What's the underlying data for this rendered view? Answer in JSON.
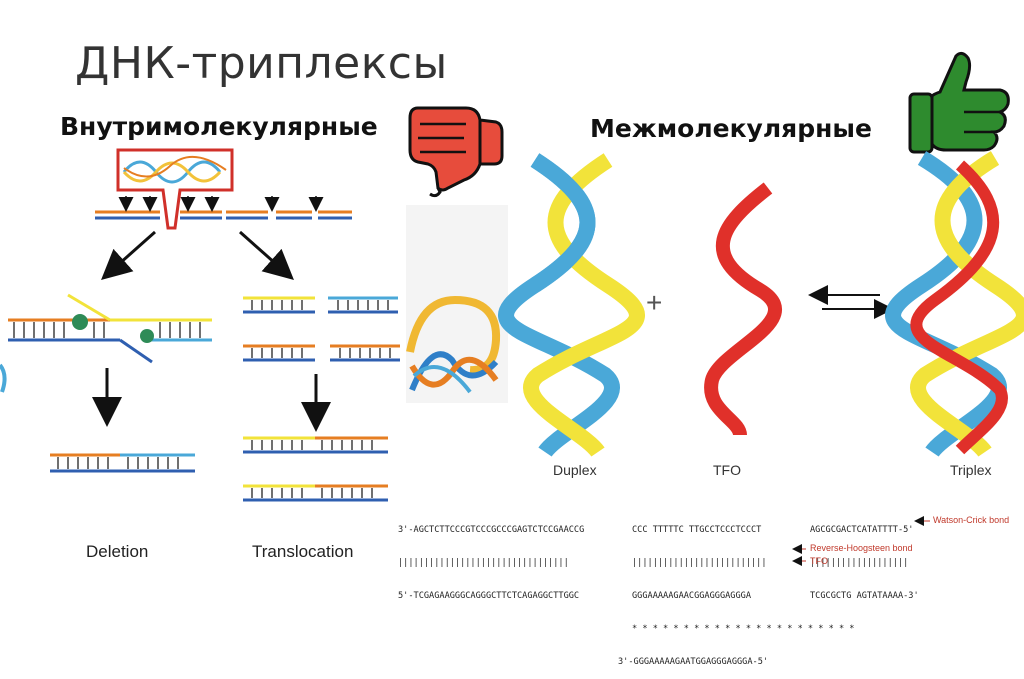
{
  "title": "ДНК-триплексы",
  "intramolecular": {
    "heading": "Внутримолекулярные",
    "verdict_icon": "thumbs-down-icon",
    "verdict_color": "#e74c3c"
  },
  "intermolecular": {
    "heading": "Межмолекулярные",
    "verdict_icon": "thumbs-up-icon",
    "verdict_color": "#2e8b2e"
  },
  "left_diagram": {
    "deletion_label": "Deletion",
    "translocation_label": "Translocation"
  },
  "right_diagram": {
    "duplex_label": "Duplex",
    "tfo_label": "TFO",
    "triplex_label": "Triplex",
    "plus_sign": "+",
    "colors": {
      "yellow": "#f2e33a",
      "blue": "#4aa8d8",
      "red": "#e0302a"
    }
  },
  "sequences": {
    "block1_top": "3'-AGCTCTTCCCGTCCCGCCCGAGTCTCCGAACCG",
    "block1_bonds": "|||||||||||||||||||||||||||||||||",
    "block1_bottom": "5'-TCGAGAAGGGCAGGGCTTCTCAGAGGCTTGGC",
    "block2_top": "CCC TTTTTC TTGCCTCCCTCCCT",
    "block2_bonds": "||||||||||||||||||||||||||",
    "block2_bottom": "GGGAAAAAGAACGGAGGGAGGGA",
    "block2_hoog": "* * * * * * * * * * * * * * * * * * * * * *",
    "block2_tfo": "3'-GGGAAAAAGAATGGAGGGAGGGA-5'",
    "block3_top": "AGCGCGACTCATATTTT-5'",
    "block3_bonds": "|||||||||||||||||||",
    "block3_bottom": "TCGCGCTG AGTATAAAA-3'",
    "legend_wc": "Watson-Crick bond",
    "legend_rh": "Reverse-Hoogsteen bond",
    "legend_tfo": "TFO"
  }
}
